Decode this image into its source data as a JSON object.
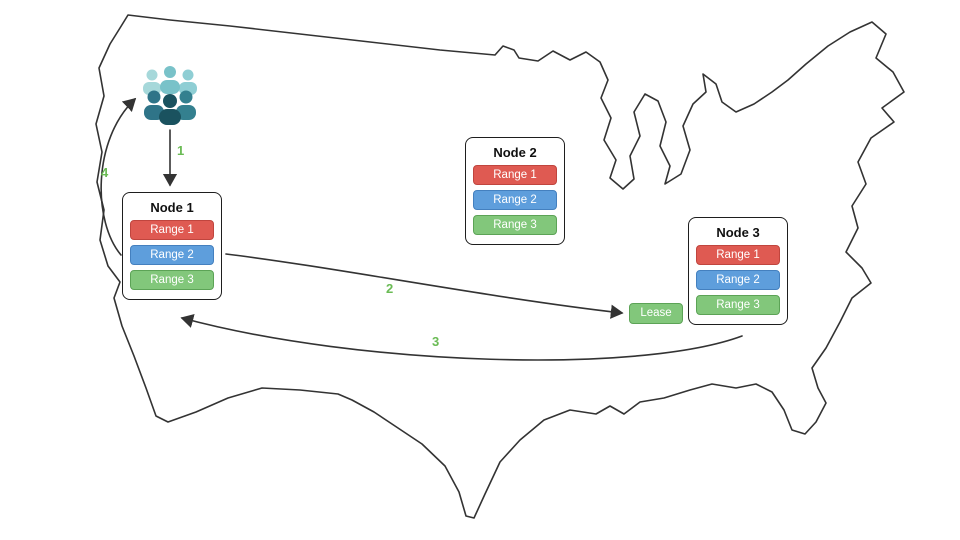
{
  "nodes": [
    {
      "title": "Node 1",
      "ranges": [
        "Range 1",
        "Range 2",
        "Range 3"
      ]
    },
    {
      "title": "Node 2",
      "ranges": [
        "Range 1",
        "Range 2",
        "Range 3"
      ]
    },
    {
      "title": "Node 3",
      "ranges": [
        "Range 1",
        "Range 2",
        "Range 3"
      ]
    }
  ],
  "lease": {
    "label": "Lease"
  },
  "arrow_labels": [
    "1",
    "2",
    "3",
    "4"
  ],
  "icons": {
    "users": "users-group-icon",
    "map": "us-map-outline"
  },
  "colors": {
    "range1": "#df5a52",
    "range1-border": "#c0453e",
    "range2": "#5e9edc",
    "range2-border": "#4480bf",
    "range3": "#82c77b",
    "range3-border": "#5ca356",
    "step": "#6abb54",
    "outline": "#333333"
  }
}
